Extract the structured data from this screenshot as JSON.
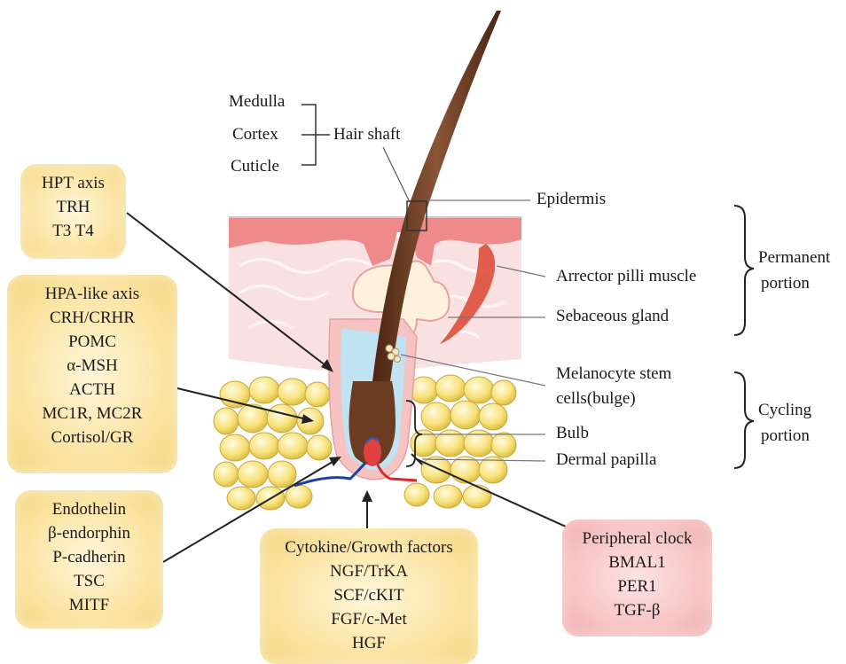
{
  "hair_shaft_labels": {
    "medulla": "Medulla",
    "cortex": "Cortex",
    "cuticle": "Cuticle",
    "hair_shaft": "Hair shaft"
  },
  "structure_labels": {
    "epidermis": "Epidermis",
    "arrector": "Arrector pilli muscle",
    "sebaceous": "Sebaceous gland",
    "melanocyte_line1": "Melanocyte stem",
    "melanocyte_line2": "cells(bulge)",
    "bulb": "Bulb",
    "dermal_papilla": "Dermal papilla"
  },
  "portions": {
    "permanent_line1": "Permanent",
    "permanent_line2": "portion",
    "cycling_line1": "Cycling",
    "cycling_line2": "portion"
  },
  "boxes": {
    "hpt": [
      "HPT axis",
      "TRH",
      "T3  T4"
    ],
    "hpa": [
      "HPA-like axis",
      "CRH/CRHR",
      "POMC",
      "α-MSH",
      "ACTH",
      "MC1R, MC2R",
      "Cortisol/GR"
    ],
    "endothelin": [
      "Endothelin",
      "β-endorphin",
      "P-cadherin",
      "TSC",
      "MITF"
    ],
    "cytokine": [
      "Cytokine/Growth factors",
      "NGF/TrKA",
      "SCF/cKIT",
      "FGF/c-Met",
      "HGF"
    ],
    "clock": [
      "Peripheral clock",
      "BMAL1",
      "PER1",
      "TGF-β"
    ]
  },
  "colors": {
    "box_yellow": "#f8dc8c",
    "box_pink": "#f5b8b8",
    "epidermis": "#ee8a8a",
    "dermis": "#f7d6d6",
    "fat_cells": "#f6e07a",
    "hair": "#6b3b22"
  }
}
